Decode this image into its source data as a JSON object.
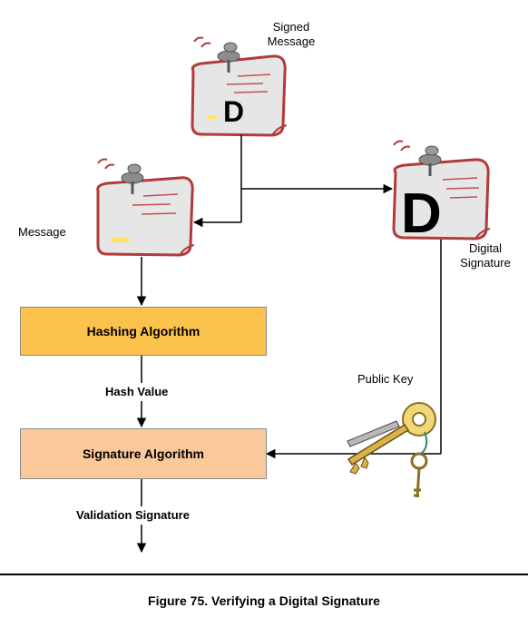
{
  "labels": {
    "signed_message_line1": "Signed",
    "signed_message_line2": "Message",
    "message": "Message",
    "digital_signature_line1": "Digital",
    "digital_signature_line2": "Signature",
    "public_key": "Public Key",
    "hash_value": "Hash Value",
    "validation_signature": "Validation Signature"
  },
  "notes": {
    "signed_message_letter": "D",
    "digital_signature_letter": "D"
  },
  "boxes": {
    "hashing_algorithm": "Hashing Algorithm",
    "signature_algorithm": "Signature Algorithm"
  },
  "caption": "Figure 75. Verifying a Digital Signature",
  "colors": {
    "hashing_box": "#fbc24d",
    "signature_box": "#f9c89b",
    "note_paper": "#e6e6e6",
    "note_border": "#b23a3a",
    "pin": "#8c8c8c",
    "key": "#d9b24a"
  }
}
